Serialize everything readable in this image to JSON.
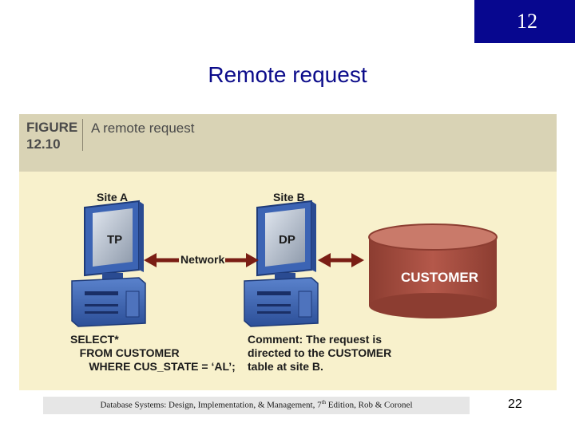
{
  "slide": {
    "chapter_number": "12",
    "title": "Remote request",
    "page_number": "22"
  },
  "figure": {
    "label_line1": "FIGURE",
    "label_line2": "12.10",
    "caption": "A remote request",
    "site_a_label": "Site A",
    "site_b_label": "Site B",
    "tp_label": "TP",
    "dp_label": "DP",
    "network_label": "Network",
    "database_label": "CUSTOMER",
    "query_text": "SELECT*\n   FROM CUSTOMER\n      WHERE CUS_STATE = ‘AL’;",
    "comment_text": "Comment: The request is\ndirected to the CUSTOMER\ntable at site B.",
    "colors": {
      "header_band": "#d9d3b5",
      "panel_background": "#f8f1cc",
      "database": "#a04a3c",
      "computer": "#3c64b4"
    }
  },
  "footer": {
    "text_prefix": "Database Systems: Design, Implementation, & Management, 7",
    "text_superscript": "th",
    "text_suffix": " Edition, Rob & Coronel"
  }
}
